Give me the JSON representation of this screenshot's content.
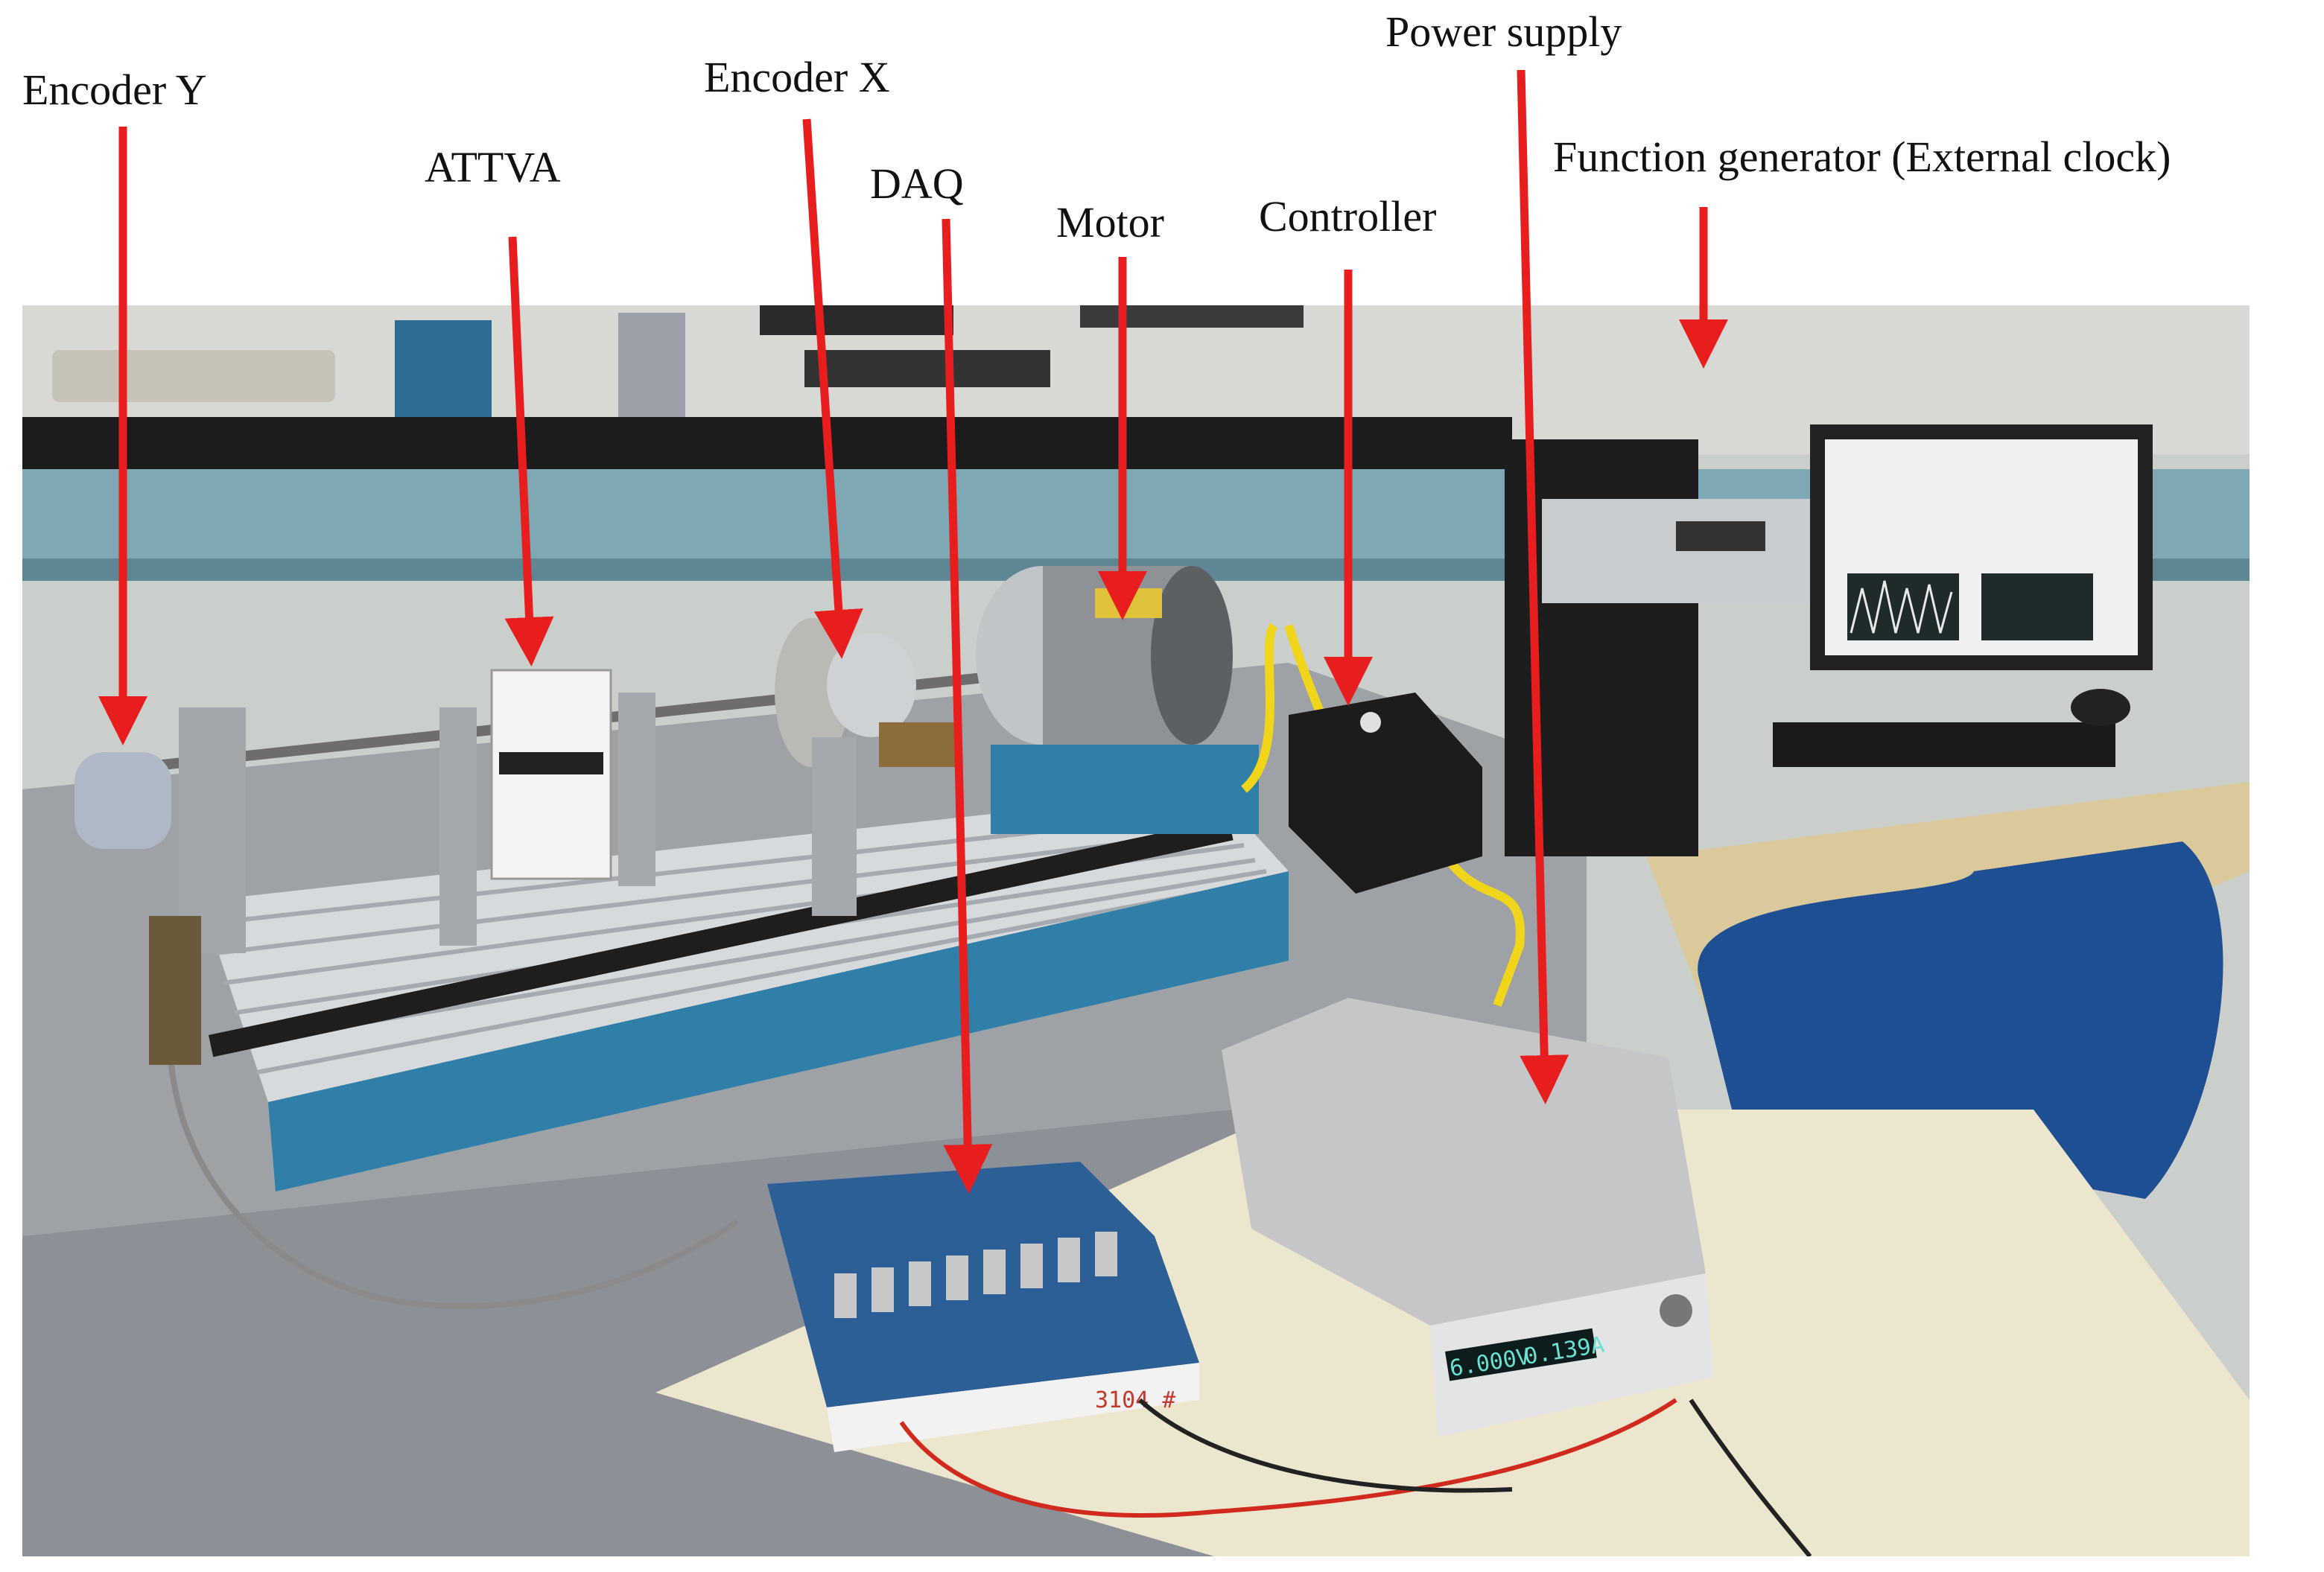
{
  "labels": {
    "encoder_y": "Encoder Y",
    "attva": "ATTVA",
    "encoder_x": "Encoder X",
    "daq": "DAQ",
    "motor": "Motor",
    "controller": "Controller",
    "power_supply": "Power supply",
    "function_generator": "Function generator (External clock)"
  },
  "power_supply_display": {
    "voltage": "6.000V",
    "current": "0.139A"
  },
  "daq_tag": "3104 #",
  "colors": {
    "arrow": "#e81e1e",
    "machine_base": "#2f7fa8",
    "bench": "#ece6cf"
  }
}
